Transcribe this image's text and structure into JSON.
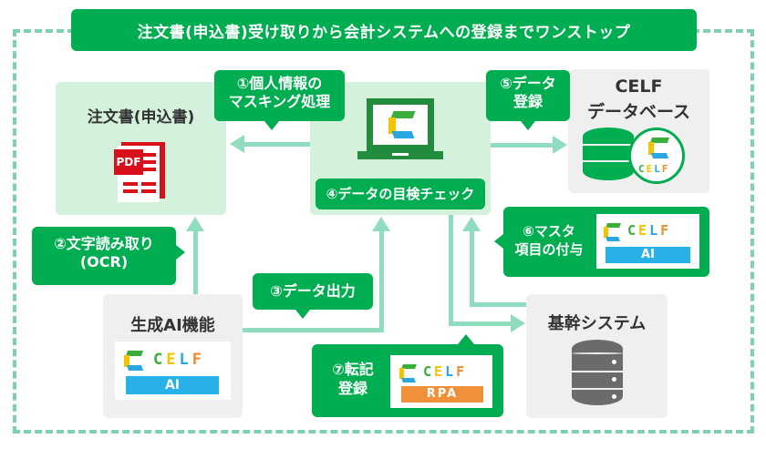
{
  "title": "注文書(申込書)受け取りから会計システムへの登録までワンストップ",
  "nodes": {
    "order_form": {
      "label": "注文書(申込書)",
      "icon": "pdf-document-icon",
      "icon_text": "PDF"
    },
    "review": {
      "icon": "laptop-celf-icon",
      "label": "④データの目検チェック"
    },
    "celf_db": {
      "label_line1": "CELF",
      "label_line2": "データベース",
      "icon": "database-icon"
    },
    "gen_ai": {
      "label": "生成AI機能",
      "logo_text": "CELF",
      "badge": "AI"
    },
    "core_system": {
      "label": "基幹システム",
      "icon": "server-database-icon"
    }
  },
  "steps": {
    "step1": {
      "line1": "①個人情報の",
      "line2": "マスキング処理"
    },
    "step2": {
      "line1": "②文字読み取り",
      "line2": "(OCR)"
    },
    "step3": {
      "label": "③データ出力"
    },
    "step5": {
      "line1": "⑤データ",
      "line2": "登録"
    },
    "step6": {
      "line1": "⑥マスタ",
      "line2": "項目の付与",
      "logo_text": "CELF",
      "badge": "AI"
    },
    "step7": {
      "line1": "⑦転記",
      "line2": "登録",
      "logo_text": "CELF",
      "badge": "RPA"
    }
  },
  "logo_letters": [
    "C",
    "E",
    "L",
    "F"
  ],
  "colors": {
    "brand_green": "#00ad50",
    "light_green_panel": "#d4f1dc",
    "arrow_mint": "#8fdcbf",
    "gray_panel": "#efefef",
    "ai_blue": "#27b1e6",
    "rpa_orange": "#f0913a",
    "pdf_red": "#d8101c"
  }
}
